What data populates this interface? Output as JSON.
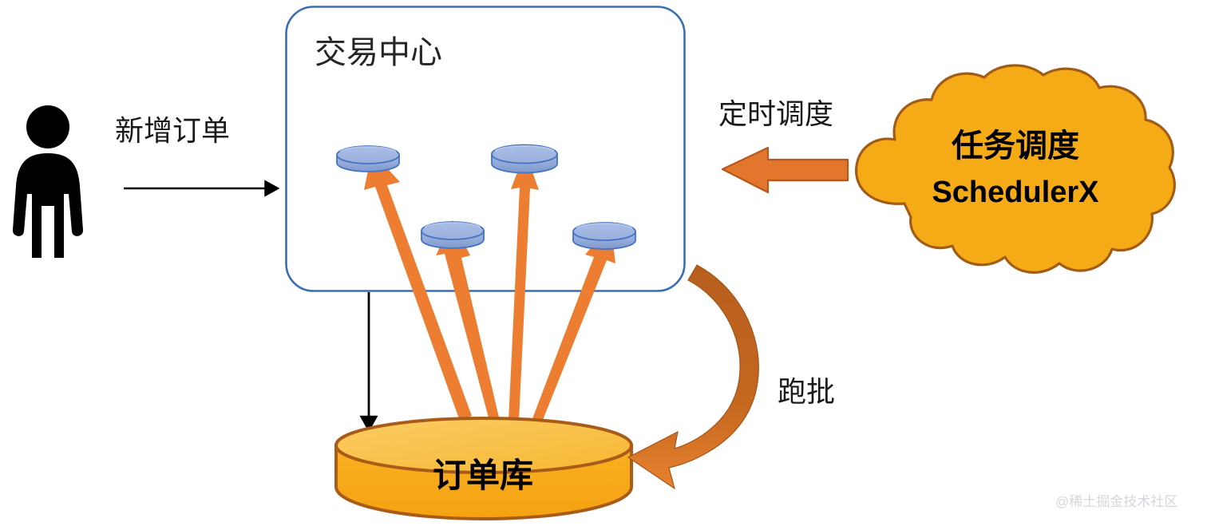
{
  "diagram": {
    "title_watermark": "@稀土掘金技术社区",
    "actor": {
      "name": "user-person",
      "icon": "person-icon"
    },
    "flows": [
      {
        "id": "new-order",
        "label": "新增订单",
        "style": "black-arrow",
        "direction": "right"
      },
      {
        "id": "timed-schedule",
        "label": "定时调度",
        "style": "orange-block-arrow",
        "direction": "left"
      },
      {
        "id": "batch-run",
        "label": "跑批",
        "style": "orange-curved-arrow",
        "direction": "clockwise"
      }
    ],
    "trade_center": {
      "label": "交易中心",
      "border_color": "#3a6eb5",
      "nodes": [
        {
          "id": "node-1",
          "icon": "database-cylinder-icon"
        },
        {
          "id": "node-2",
          "icon": "database-cylinder-icon"
        },
        {
          "id": "node-3",
          "icon": "database-cylinder-icon"
        },
        {
          "id": "node-4",
          "icon": "database-cylinder-icon"
        }
      ]
    },
    "order_db": {
      "label": "订单库",
      "icon": "database-cylinder-icon",
      "fill_color": "#f5a81c",
      "stroke_color": "#a85c17"
    },
    "scheduler_cloud": {
      "title": "任务调度",
      "subtitle": "SchedulerX",
      "icon": "cloud-icon",
      "fill_color": "#f5ab16",
      "stroke_color": "#a35c17"
    },
    "colors": {
      "orange_arrow": "#ed7d31",
      "orange_arrow_dark": "#c05a1d",
      "blue_cylinder": "#8faadc",
      "blue_cylinder_stroke": "#4472c4",
      "black": "#000000"
    }
  }
}
